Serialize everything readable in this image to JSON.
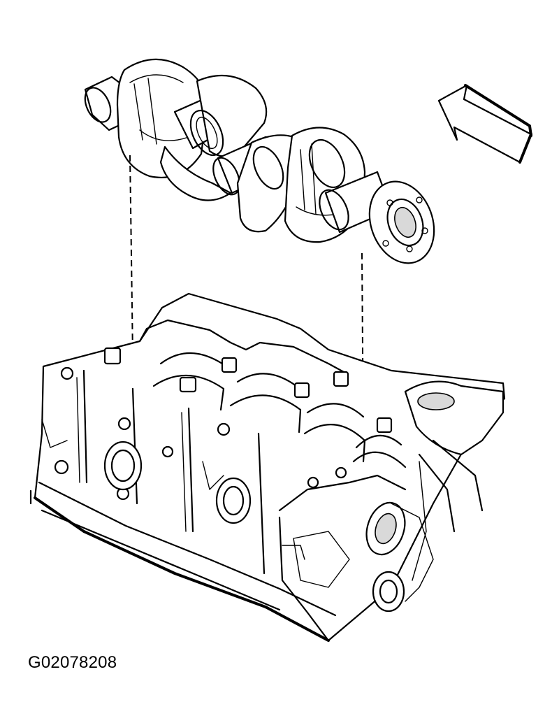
{
  "figure": {
    "id_label": "G02078208"
  },
  "icons": {
    "direction_arrow": "arrow-icon",
    "crankshaft": "crankshaft-illustration",
    "engine_block": "engine-block-illustration"
  }
}
